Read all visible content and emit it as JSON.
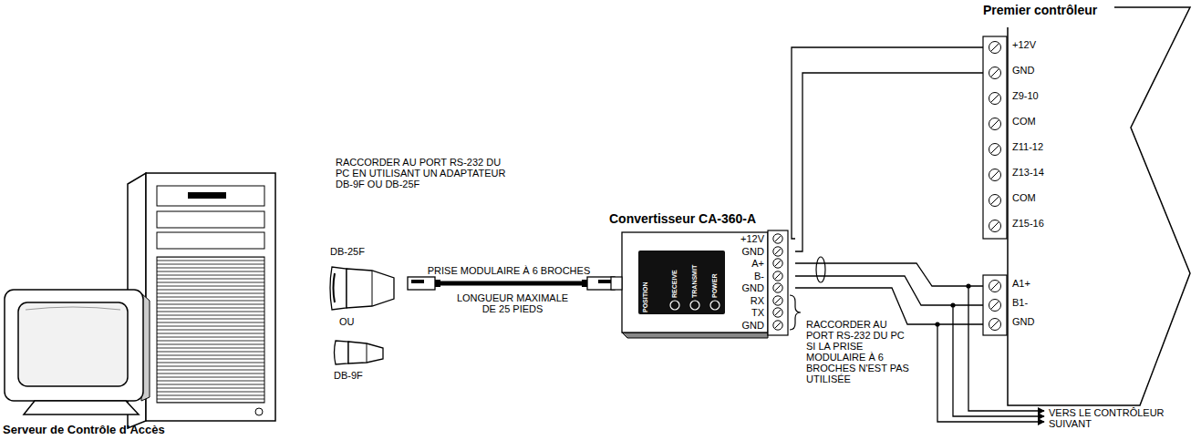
{
  "diagram": {
    "nodes": [
      {
        "text": [
          "Serveur de Contrôle d’Accès"
        ]
      },
      {
        "text": [
          "Convertisseur CA-360-A"
        ]
      },
      {
        "text": [
          "Premier contrôleur"
        ]
      }
    ],
    "edges": [
      {
        "from": 0,
        "to": 1,
        "label": "PRISE MODULAIRE À 6 BROCHES",
        "arrow": "none"
      },
      {
        "from": 1,
        "to": 2,
        "arrow": "none"
      },
      {
        "from": 1,
        "to": 2,
        "arrow": "none"
      },
      {
        "from": 1,
        "to": 2,
        "arrow": "none"
      },
      {
        "from": 1,
        "to": 2,
        "arrow": "none"
      },
      {
        "from": 1,
        "to": 2,
        "arrow": "none"
      }
    ],
    "labels": [
      "RACCORDER AU PORT RS-232 DU PC EN UTILISANT UN ADAPTATEUR DB-9F OU DB-25F",
      "DB-25F",
      "OU",
      "DB-9F",
      "LONGUEUR MAXIMALE DE 25 PIEDS",
      "POSITION",
      "RECEIVE",
      "TRANSMIT",
      "POWER",
      "+12V",
      "GND",
      "A+",
      "B-",
      "GND",
      "RX",
      "TX",
      "GND",
      "RACCORDER AU PORT RS-232 DU PC SI LA PRISE MODULAIRE À 6 BROCHES N'EST PAS UTILISÉE",
      "VERS LE CONTRÔLEUR SUIVANT",
      "+12V",
      "GND",
      "Z9-10",
      "COM",
      "Z11-12",
      "Z13-14",
      "COM",
      "Z15-16",
      "A1+",
      "B1-",
      "GND"
    ]
  }
}
